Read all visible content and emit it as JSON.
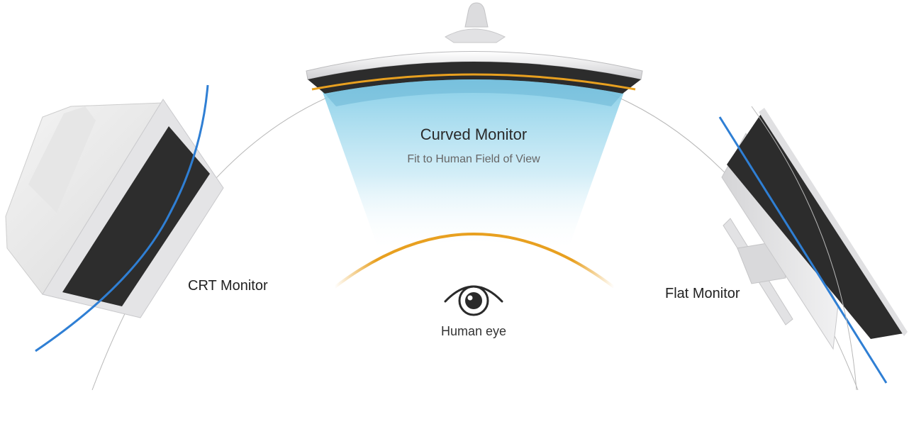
{
  "labels": {
    "curved_title": "Curved Monitor",
    "curved_subtitle": "Fit to Human Field of View",
    "crt": "CRT Monitor",
    "flat": "Flat Monitor",
    "eye": "Human eye"
  },
  "colors": {
    "field_of_view_arc": "#e8a020",
    "screen_curve_line": "#2f7fd4",
    "view_cone": "#8fd6ee",
    "panel_dark": "#2c2c2c",
    "bezel": "#e9e9ea"
  },
  "icons": {
    "eye": "eye-icon"
  }
}
